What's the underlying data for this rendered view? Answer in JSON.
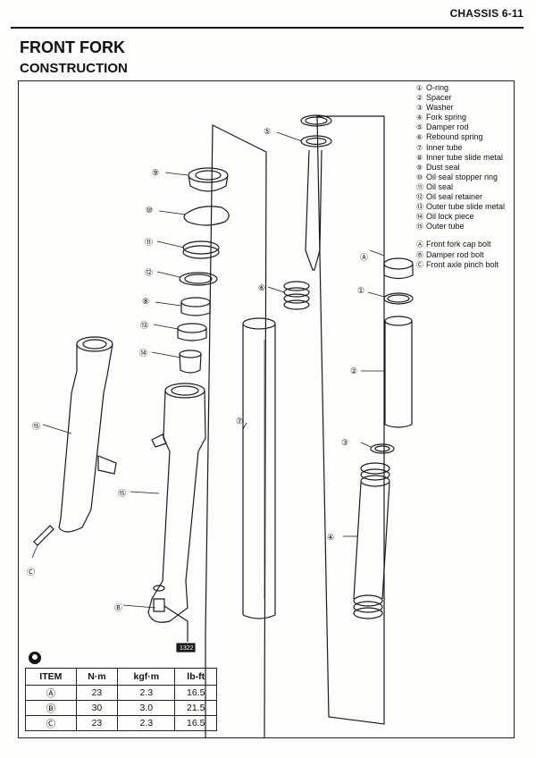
{
  "header": {
    "section": "CHASSIS   6-11"
  },
  "title": "FRONT FORK",
  "subtitle": "CONSTRUCTION",
  "legend": {
    "parts": [
      {
        "num": "①",
        "name": "O-ring"
      },
      {
        "num": "②",
        "name": "Spacer"
      },
      {
        "num": "③",
        "name": "Washer"
      },
      {
        "num": "④",
        "name": "Fork spring"
      },
      {
        "num": "⑤",
        "name": "Damper rod"
      },
      {
        "num": "⑥",
        "name": "Rebound spring"
      },
      {
        "num": "⑦",
        "name": "Inner tube"
      },
      {
        "num": "⑧",
        "name": "Inner tube slide metal"
      },
      {
        "num": "⑨",
        "name": "Dust seal"
      },
      {
        "num": "⑩",
        "name": "Oil seal stopper ring"
      },
      {
        "num": "⑪",
        "name": "Oil seal"
      },
      {
        "num": "⑫",
        "name": "Oil seal retainer"
      },
      {
        "num": "⑬",
        "name": "Outer tube slide metal"
      },
      {
        "num": "⑭",
        "name": "Oil lock piece"
      },
      {
        "num": "⑮",
        "name": "Outer tube"
      }
    ],
    "bolts": [
      {
        "num": "Ⓐ",
        "name": "Front fork cap bolt"
      },
      {
        "num": "Ⓑ",
        "name": "Damper rod bolt"
      },
      {
        "num": "Ⓒ",
        "name": "Front axle pinch bolt"
      }
    ]
  },
  "callouts": {
    "c1": "①",
    "c2": "②",
    "c3": "③",
    "c4": "④",
    "c5": "⑤",
    "c6": "⑥",
    "c7": "⑦",
    "c8": "⑧",
    "c9": "⑨",
    "c10": "⑩",
    "c11": "⑪",
    "c12": "⑫",
    "c13": "⑬",
    "c14": "⑭",
    "c15a": "⑮",
    "c15b": "⑮",
    "cA": "Ⓐ",
    "cB": "Ⓑ",
    "cC": "Ⓒ"
  },
  "torque_table": {
    "headers": [
      "ITEM",
      "N·m",
      "kgf·m",
      "lb-ft"
    ],
    "rows": [
      [
        "Ⓐ",
        "23",
        "2.3",
        "16.5"
      ],
      [
        "Ⓑ",
        "30",
        "3.0",
        "21.5"
      ],
      [
        "Ⓒ",
        "23",
        "2.3",
        "16.5"
      ]
    ]
  },
  "thread_lock_tag": "1322"
}
